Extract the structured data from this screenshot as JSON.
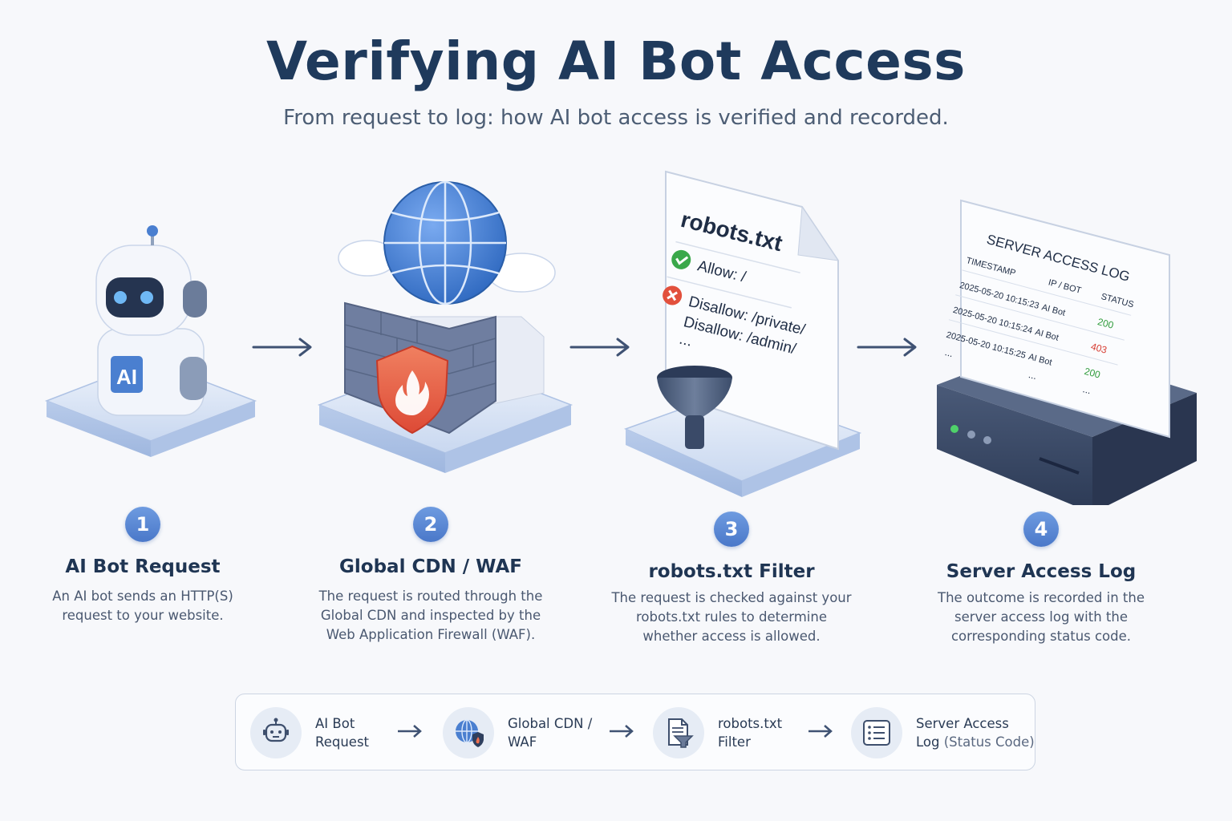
{
  "title": "Verifying AI Bot Access",
  "subtitle": "From request to log: how AI bot access is verified and recorded.",
  "steps": [
    {
      "number": "1",
      "title": "AI Bot Request",
      "description": "An AI bot sends an HTTP(S) request to your website."
    },
    {
      "number": "2",
      "title": "Global CDN / WAF",
      "description": "The request is routed through the Global CDN and inspected by the Web Application Firewall (WAF)."
    },
    {
      "number": "3",
      "title": "robots.txt Filter",
      "description": "The request is checked against your robots.txt rules to determine whether access is allowed."
    },
    {
      "number": "4",
      "title": "Server Access Log",
      "description": "The outcome is recorded in the server access log with the corresponding status code."
    }
  ],
  "robot": {
    "badge": "AI"
  },
  "robots_txt": {
    "filename": "robots.txt",
    "allow": "Allow: /",
    "disallow_1": "Disallow: /private/",
    "disallow_2": "Disallow: /admin/",
    "ellipsis": "..."
  },
  "access_log": {
    "title": "SERVER ACCESS LOG",
    "headers": [
      "TIMESTAMP",
      "IP / BOT",
      "STATUS"
    ],
    "rows": [
      {
        "timestamp": "2025-05-20 10:15:23",
        "bot": "AI Bot",
        "status": "200"
      },
      {
        "timestamp": "2025-05-20 10:15:24",
        "bot": "AI Bot",
        "status": "403"
      },
      {
        "timestamp": "2025-05-20 10:15:25",
        "bot": "AI Bot",
        "status": "200"
      }
    ],
    "ellipsis": "..."
  },
  "flow_bar": [
    {
      "label": "AI Bot\nRequest",
      "icon": "robot-icon"
    },
    {
      "label": "Global CDN /\nWAF",
      "icon": "globe-shield-icon"
    },
    {
      "label": "robots.txt\nFilter",
      "icon": "document-filter-icon"
    },
    {
      "label": "Server Access\nLog",
      "label_suffix": "(Status Code)",
      "icon": "list-icon"
    }
  ],
  "colors": {
    "accent": "#4a78c9",
    "status_ok": "#2e9b3a",
    "status_forbidden": "#d63a2f",
    "title": "#1f3a5c"
  }
}
